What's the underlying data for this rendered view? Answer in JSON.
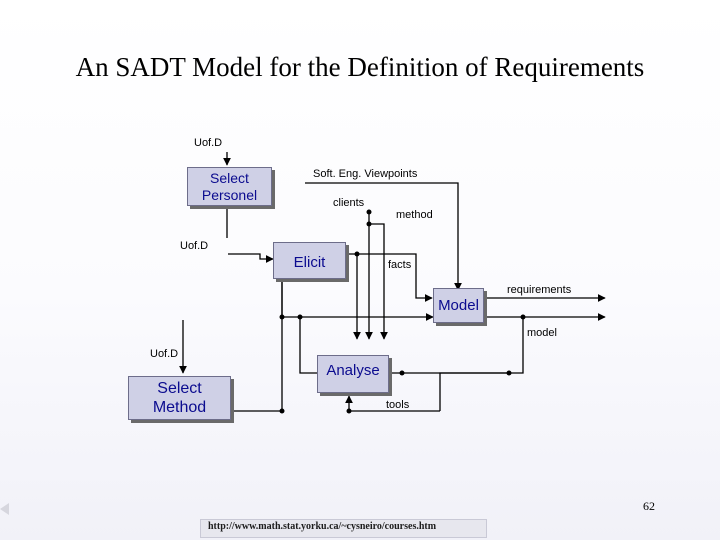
{
  "slide": {
    "title": "An SADT Model for the Definition of Requirements",
    "page_number": "62",
    "footer_url": "http://www.math.stat.yorku.ca/~cysneiro/courses.htm"
  },
  "diagram": {
    "boxes": {
      "select_personel": [
        "Select",
        "Personel"
      ],
      "elicit": "Elicit",
      "model": "Model",
      "analyse": "Analyse",
      "select_method": [
        "Select",
        "Method"
      ]
    },
    "labels": {
      "uofd_top": "Uof.D",
      "uofd_mid": "Uof.D",
      "uofd_bottom": "Uof.D",
      "soft_eng_viewpoints": "Soft. Eng. Viewpoints",
      "clients": "clients",
      "method": "method",
      "facts": "facts",
      "requirements": "requirements",
      "model_output": "model",
      "tools": "tools"
    }
  },
  "colors": {
    "box_fill": "#cfd0e6",
    "box_text": "#0b0b8f"
  }
}
